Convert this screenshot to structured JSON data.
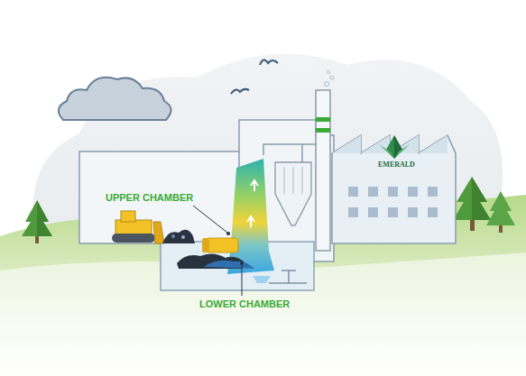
{
  "diagram": {
    "labels": [
      "UPPER CHAMBER",
      "LOWER CHAMBER",
      "EMERALD"
    ]
  }
}
